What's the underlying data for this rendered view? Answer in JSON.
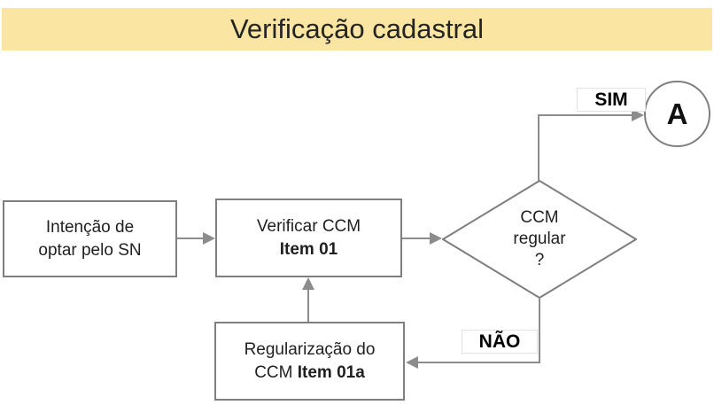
{
  "title": {
    "text": "Verificação cadastral"
  },
  "colors": {
    "title_bg": "#FBE5A3",
    "line": "#8C8C8C",
    "node_border": "#7F7F7F",
    "text": "#1F1F1F",
    "edge_label": "#000000"
  },
  "nodes": {
    "start": {
      "line1": "Intenção de",
      "line2": "optar pelo SN"
    },
    "verify": {
      "line1": "Verificar CCM",
      "line2_bold": "Item 01"
    },
    "decision": {
      "line1": "CCM",
      "line2": "regular",
      "line3": "?"
    },
    "regularize": {
      "line1": "Regularização do",
      "line2_normal": "CCM ",
      "line2_bold": "Item 01a"
    },
    "connector_a": {
      "label": "A"
    }
  },
  "edges": {
    "sim_label": "SIM",
    "nao_label": "NÃO"
  }
}
